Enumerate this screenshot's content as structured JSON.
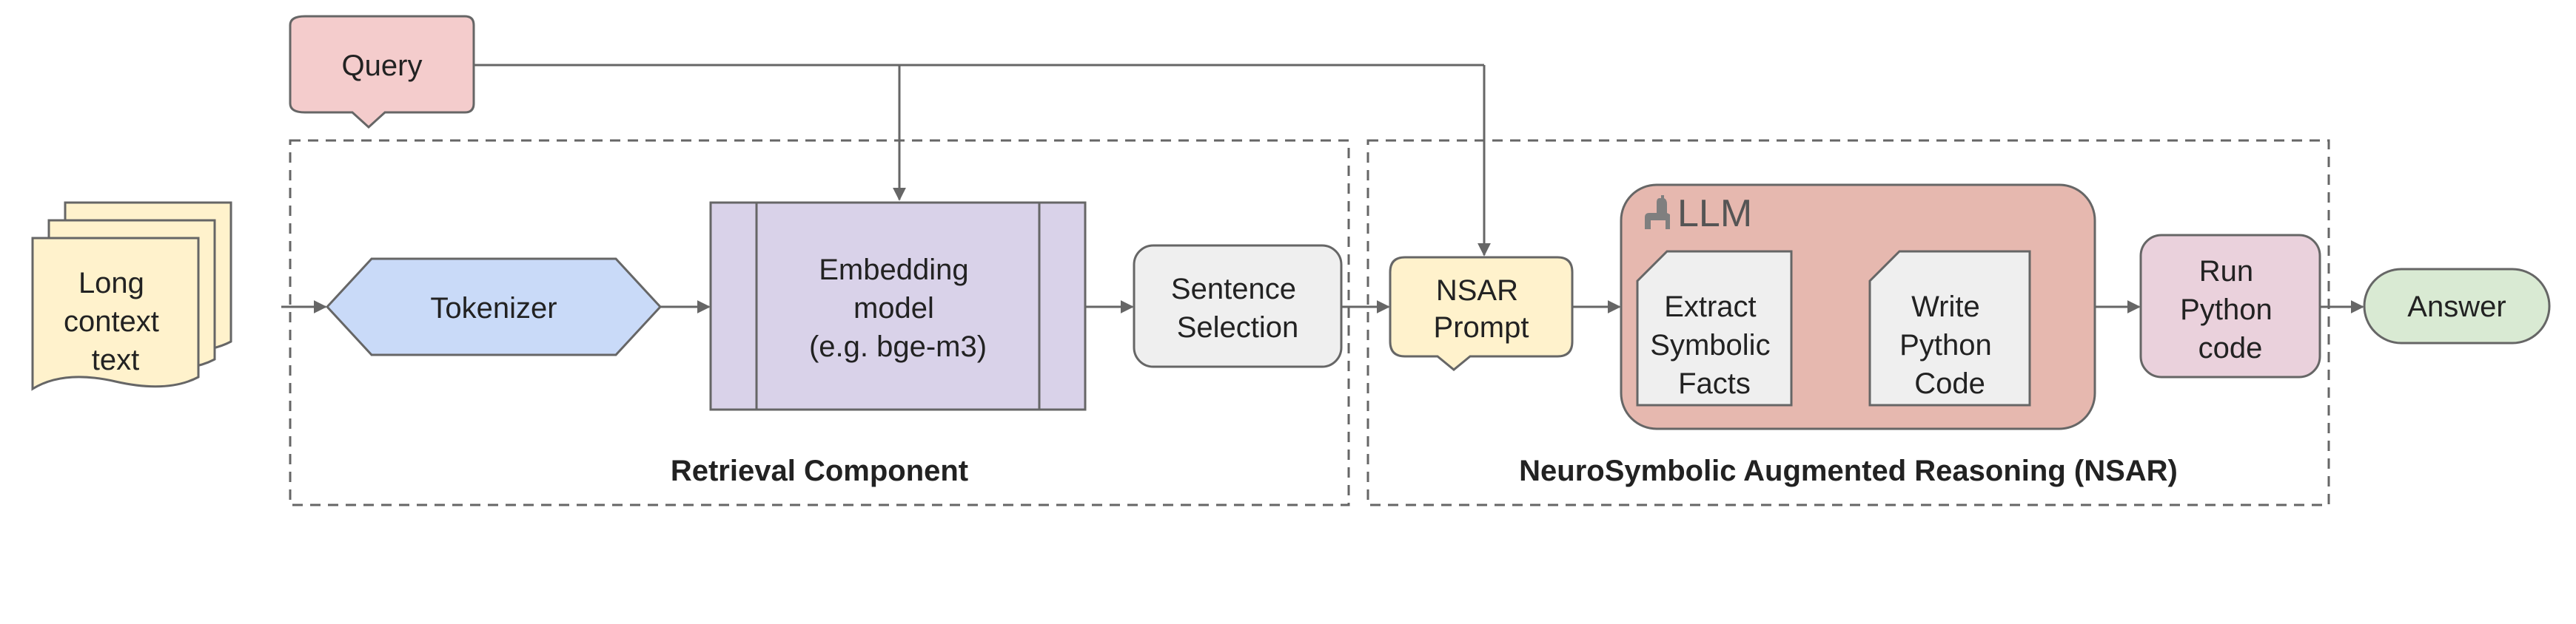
{
  "nodes": {
    "query": "Query",
    "long_context": [
      "Long",
      "context",
      "text"
    ],
    "tokenizer": "Tokenizer",
    "embedding": [
      "Embedding",
      "model",
      "(e.g. bge-m3)"
    ],
    "sentence_selection": [
      "Sentence",
      "Selection"
    ],
    "nsar_prompt": [
      "NSAR",
      "Prompt"
    ],
    "llm": "LLM",
    "extract_facts": [
      "Extract",
      "Symbolic",
      "Facts"
    ],
    "write_code": [
      "Write",
      "Python",
      "Code"
    ],
    "run_code": [
      "Run",
      "Python",
      "code"
    ],
    "answer": "Answer"
  },
  "groups": {
    "retrieval": "Retrieval Component",
    "nsar": "NeuroSymbolic Augmented Reasoning (NSAR)"
  },
  "colors": {
    "query": "#f4cccc",
    "document": "#fff2cc",
    "tokenizer": "#c9daf8",
    "embedding": "#d9d2e9",
    "selection": "#efefef",
    "llm": "#e6b8af",
    "run": "#ead1dc",
    "answer": "#d9ead3",
    "stroke": "#666666"
  }
}
